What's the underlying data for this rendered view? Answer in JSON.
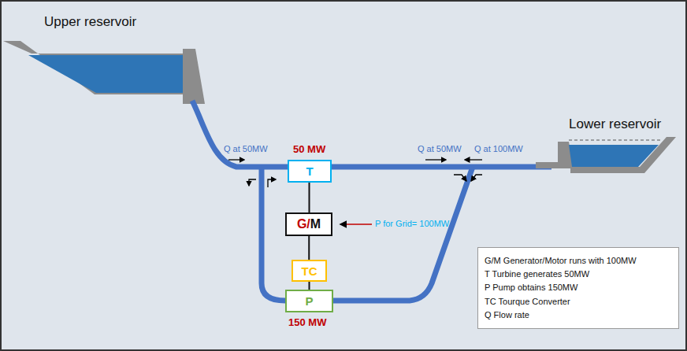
{
  "diagram": {
    "nodes": [
      {
        "text": [
          "T"
        ]
      },
      {
        "text": [
          "G/M"
        ]
      },
      {
        "text": [
          "TC"
        ]
      },
      {
        "text": [
          "P"
        ]
      },
      {
        "text": [
          "G/M Generator/Motor runs with 100MW",
          "T Turbine generates 50MW",
          "P Pump obtains 150MW",
          "TC Tourque Converter",
          "Q Flow rate"
        ]
      }
    ],
    "edges": [
      {
        "from": 0,
        "to": 1,
        "arrow": "none"
      },
      {
        "from": 1,
        "to": 2,
        "arrow": "none"
      },
      {
        "from": 2,
        "to": 3,
        "arrow": "none"
      }
    ],
    "labels": [
      "Upper reservoir",
      "Lower reservoir",
      "Q at 50MW",
      "50 MW",
      "Q at 50MW",
      "Q at 100MW",
      "P for Grid= 100MW",
      "150 MW"
    ]
  }
}
